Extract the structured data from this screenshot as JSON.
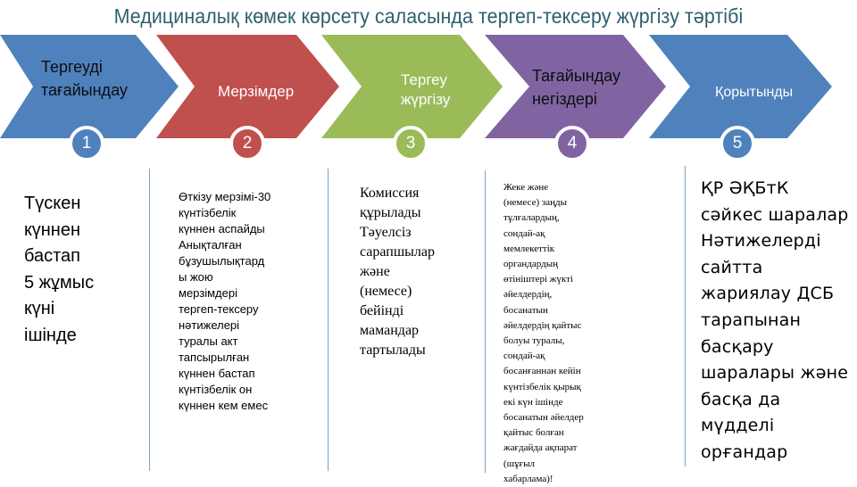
{
  "title": "Медициналық  көмек көрсету саласында тергеп-тексеру жүргізу тәртібі",
  "colors": {
    "title": "#2e5f6e",
    "step1": "#4f81bd",
    "step2": "#c0504d",
    "step3": "#9bbb59",
    "step4": "#8064a2",
    "step5": "#4f81bd",
    "divider": "#7f9ec4"
  },
  "steps": [
    {
      "number": "1",
      "label": "Тергеуді\nтағайындау",
      "description": "Түскен\nкүннен\nбастап\n 5 жұмыс\nкүні\n ішінде"
    },
    {
      "number": "2",
      "label": "Мерзімдер",
      "description": "Өткізу мерзімі-30\nкүнтізбелік\nкүннен аспайды\nАнықталған\nбұзушылықтард\nы жою\nмерзімдері\nтергеп-тексеру\nнәтижелері\nтуралы акт\nтапсырылған\nкүннен бастап\nкүнтізбелік он\nкүннен кем емес"
    },
    {
      "number": "3",
      "label": "Тергеу\nжүргізу",
      "description": "Комиссия\nқұрылады\nТәуелсіз\nсарапшылар\nжәне\n (немесе)\nбейінді\nмамандар\n тартылады"
    },
    {
      "number": "4",
      "label": "Тағайындау\nнегіздері",
      "description": "Жеке және\n(немесе) заңды\nтұлғалардың,\nсондай-ақ\nмемлекеттік\nоргандардың\nөтініштері  жүкті\nәйелдердің,\nбосанатын\nәйелдердің  қайтыс\nболуы туралы,\nсондай-ақ\nбосанғаннан кейін\nкүнтізбелік  қырық\nекі күн ішінде\nбосанатын әйелдер\nқайтыс  болған\nжағдайда  ақпарат\n(шұғыл\nхабарлама)!"
    },
    {
      "number": "5",
      "label": "Қорытынды",
      "description": "ҚР ӘҚБтК\nсәйкес шаралар\nНәтижелерді\nсайтта\nжариялау ДСБ\nтарапынан\nбасқару\nшаралары және\nбасқа да\nмүдделі\nорғандар"
    }
  ]
}
